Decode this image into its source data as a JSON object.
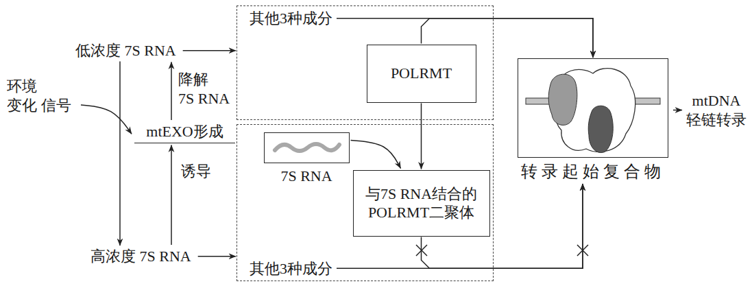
{
  "diagram": {
    "nodes": [
      {
        "text": [
          "环境 变化 信号"
        ]
      },
      {
        "text": [
          "低浓度 7S RNA"
        ]
      },
      {
        "text": [
          "mtEXO形成"
        ]
      },
      {
        "text": [
          "高浓度 7S RNA"
        ]
      },
      {
        "text": [
          "其他3种成分"
        ]
      },
      {
        "text": [
          "POLRMT"
        ],
        "in": 4
      },
      {
        "text": [
          "其他3种成分"
        ]
      },
      {
        "text": [
          "7S RNA"
        ],
        "in": 6
      },
      {
        "text": [
          "与7S RNA结合的 POLRMT二聚体"
        ],
        "in": 6
      },
      {
        "text": [
          "转录起始复合物"
        ]
      },
      {
        "text": [
          "mtDNA 轻链转录"
        ]
      }
    ],
    "edges": [
      {
        "from": 1,
        "to": 3,
        "arrow": "to"
      },
      {
        "from": 0,
        "to": 2,
        "arrow": "to"
      },
      {
        "from": 2,
        "to": 1,
        "label": "降解 7S RNA",
        "arrow": "to"
      },
      {
        "from": 3,
        "to": 2,
        "label": "诱导",
        "arrow": "to"
      },
      {
        "from": 1,
        "to": 4,
        "arrow": "to"
      },
      {
        "from": 3,
        "to": 6,
        "arrow": "to"
      },
      {
        "from": 4,
        "to": 9,
        "arrow": "to"
      },
      {
        "from": 5,
        "to": 9,
        "arrow": "to"
      },
      {
        "from": 5,
        "to": 8,
        "arrow": "to"
      },
      {
        "from": 7,
        "to": 8,
        "arrow": "to"
      },
      {
        "from": 8,
        "to": 9,
        "arrow": "to"
      },
      {
        "from": 6,
        "to": 9,
        "arrow": "to"
      },
      {
        "from": 9,
        "to": 10,
        "arrow": "to"
      }
    ]
  }
}
